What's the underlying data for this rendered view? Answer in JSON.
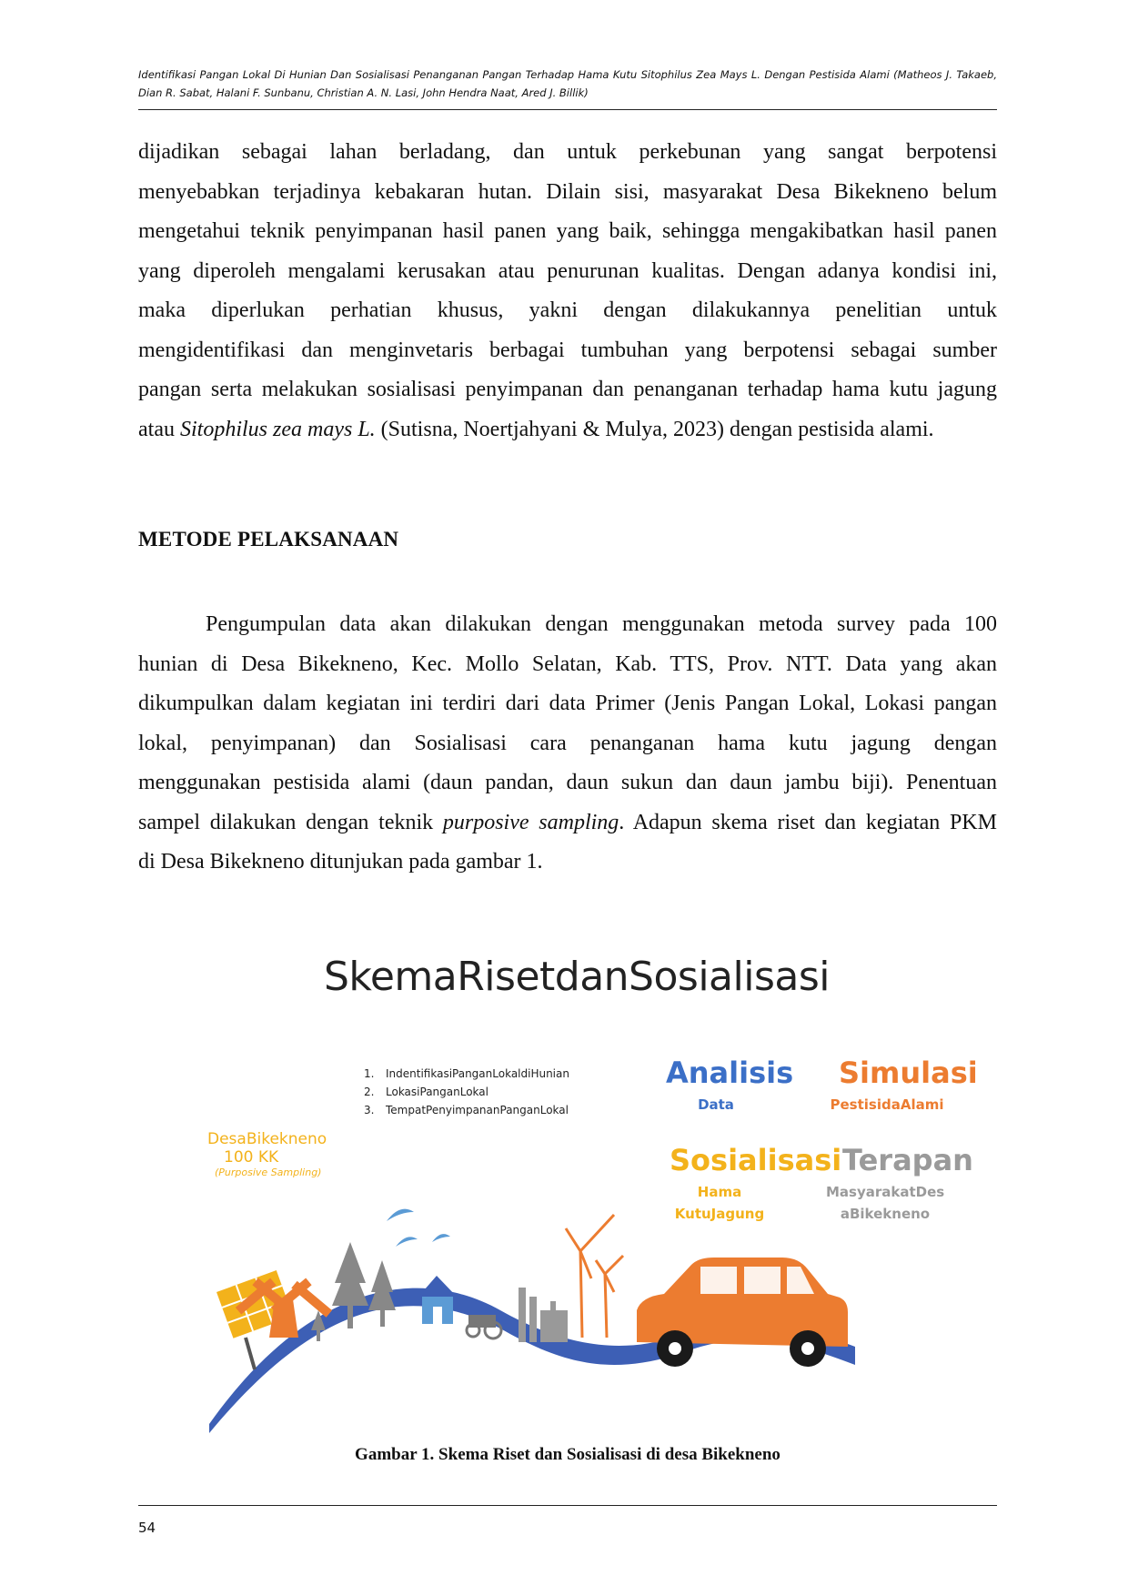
{
  "header": {
    "running_title": "Identifikasi Pangan Lokal Di Hunian Dan Sosialisasi Penanganan Pangan Terhadap Hama Kutu Sitophilus Zea Mays L. Dengan Pestisida Alami (Matheos J. Takaeb, Dian R. Sabat, Halani F. Sunbanu, Christian A. N. Lasi, John Hendra Naat, Ared J. Billik)"
  },
  "paragraph1": {
    "lines": [
      "dijadikan sebagai lahan berladang, dan untuk perkebunan yang sangat berpotensi",
      "menyebabkan terjadinya kebakaran hutan. Dilain sisi, masyarakat Desa Bikekneno belum",
      "mengetahui teknik penyimpanan hasil panen yang baik, sehingga mengakibatkan hasil panen",
      "yang diperoleh mengalami kerusakan atau penurunan kualitas. Dengan adanya kondisi ini,",
      "maka diperlukan perhatian khusus, yakni dengan dilakukannya penelitian untuk",
      "mengidentifikasi dan menginvetaris berbagai tumbuhan yang berpotensi sebagai sumber",
      "pangan serta melakukan sosialisasi penyimpanan dan penanganan terhadap hama kutu jagung"
    ],
    "last_before": "atau ",
    "last_italic": "Sitophilus zea mays L.",
    "last_after": " (Sutisna, Noertjahyani & Mulya, 2023) dengan pestisida alami."
  },
  "section_heading": "METODE PELAKSANAAN",
  "paragraph2": {
    "lines": [
      "Pengumpulan data akan dilakukan dengan menggunakan metoda survey pada 100",
      "hunian di Desa Bikekneno, Kec. Mollo Selatan, Kab. TTS, Prov. NTT. Data yang akan",
      "dikumpulkan dalam kegiatan ini terdiri dari data Primer (Jenis Pangan Lokal, Lokasi pangan",
      "lokal, penyimpanan) dan Sosialisasi cara penanganan hama kutu jagung dengan",
      "menggunakan pestisida alami (daun pandan, daun sukun dan daun jambu biji). Penentuan"
    ],
    "line6_before": "sampel dilakukan dengan teknik ",
    "line6_italic": "purposive sampling",
    "line6_after": ". Adapun skema riset dan kegiatan PKM",
    "line7": "di Desa Bikekneno ditunjukan pada gambar 1."
  },
  "figure": {
    "title": "SkemaRisetdanSosialisasi",
    "list": [
      {
        "num": "1.",
        "text": "IndentifikasiPanganLokaldiHunian"
      },
      {
        "num": "2.",
        "text": "LokasiPanganLokal"
      },
      {
        "num": "3.",
        "text": "TempatPenyimpananPanganLokal"
      }
    ],
    "desa": {
      "line1": "DesaBikekneno",
      "line2": "100 KK",
      "line3": "(Purposive Sampling)"
    },
    "analisis": {
      "title": "Analisis",
      "sub": "Data",
      "color": "#3b6fc7"
    },
    "simulasi": {
      "title": "Simulasi",
      "sub": "PestisidaAlami",
      "color": "#ec7c30"
    },
    "sosialisasi": {
      "title": "Sosialisasi",
      "sub1": "Hama",
      "sub2": "KutuJagung",
      "color": "#f3b21b"
    },
    "terapan": {
      "title": "Terapan",
      "sub1": "MasyarakatDes",
      "sub2": "aBikekneno",
      "color": "#9a9a9a"
    }
  },
  "caption": "Gambar 1. Skema Riset dan Sosialisasi di desa Bikekneno",
  "page_number": "54"
}
